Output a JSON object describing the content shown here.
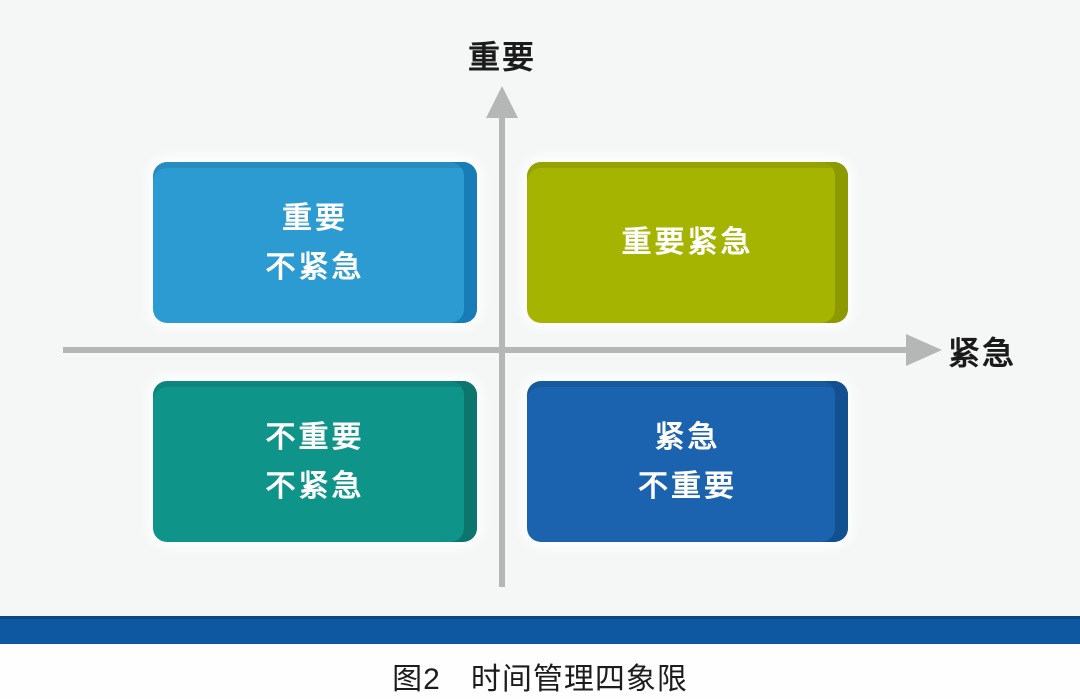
{
  "figure": {
    "y_axis_label": "重要",
    "x_axis_label": "紧急",
    "axis_color": "#b5b6b6",
    "quadrants": [
      {
        "name": "important-not-urgent",
        "position": "top-left",
        "line1": "重要",
        "line2": "不紧急",
        "face_color": "#2b9bd2",
        "side_color": "#187db6"
      },
      {
        "name": "important-urgent",
        "position": "top-right",
        "line1": "重要紧急",
        "line2": "",
        "face_color": "#a5b301",
        "side_color": "#8c9a00"
      },
      {
        "name": "not-important-not-urgent",
        "position": "bottom-left",
        "line1": "不重要",
        "line2": "不紧急",
        "face_color": "#0f948a",
        "side_color": "#0c766d"
      },
      {
        "name": "urgent-not-important",
        "position": "bottom-right",
        "line1": "紧急",
        "line2": "不重要",
        "face_color": "#1b63ae",
        "side_color": "#13508f"
      }
    ],
    "divider_color": "#0d58a0",
    "caption": {
      "label": "图2",
      "title": "时间管理四象限"
    }
  }
}
